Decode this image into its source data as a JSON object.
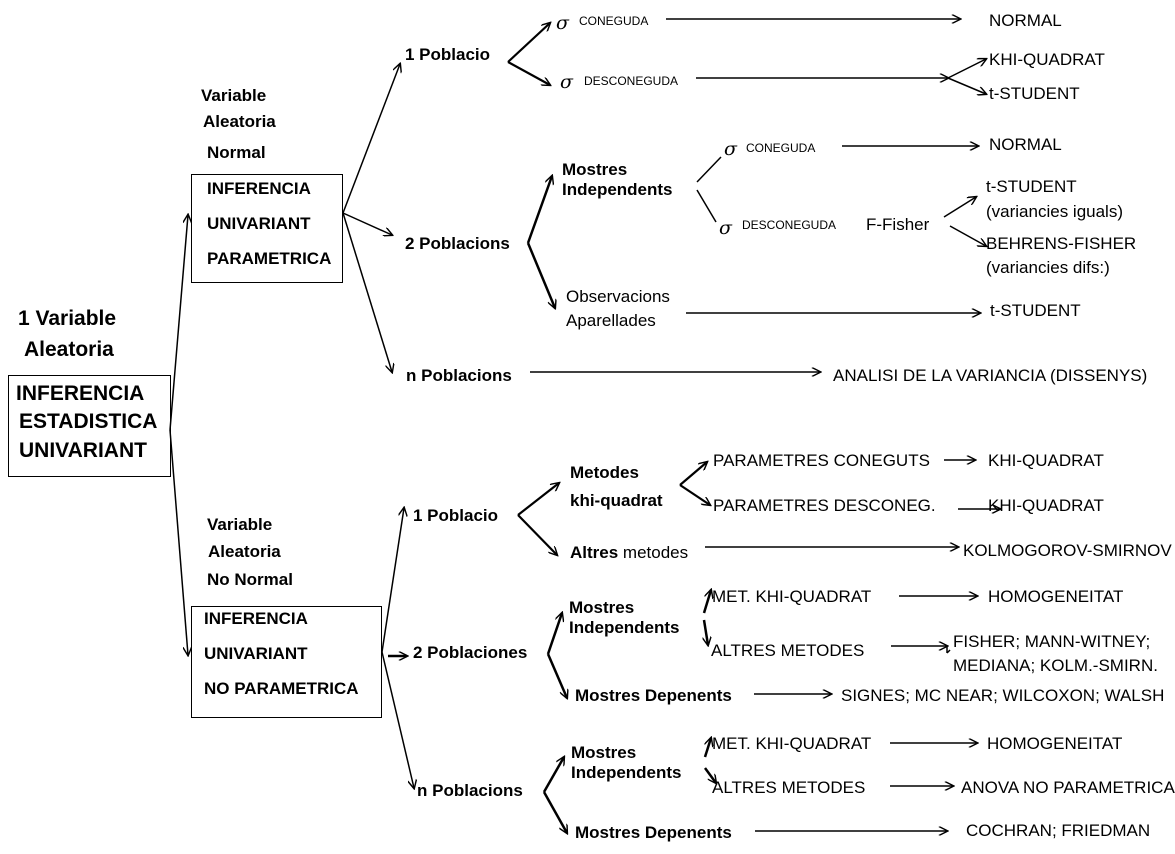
{
  "root": {
    "heading_line1": "1 Variable",
    "heading_line2": "Aleatoria",
    "box_line1": "INFERENCIA",
    "box_line2": "ESTADISTICA",
    "box_line3": "UNIVARIANT"
  },
  "parametric": {
    "cond_line1": "Variable",
    "cond_line2": "Aleatoria",
    "cond_line3": "Normal",
    "box_line1": "INFERENCIA",
    "box_line2": "UNIVARIANT",
    "box_line3": "PARAMETRICA",
    "one_pop": {
      "label": "1 Poblacio",
      "sigma": "σ",
      "known": "CONEGUDA",
      "known_result": "NORMAL",
      "unknown": "DESCONEGUDA",
      "unknown_result1": "KHI-QUADRAT",
      "unknown_result2": "t-STUDENT"
    },
    "two_pop": {
      "label": "2 Poblacions",
      "indep_line1": "Mostres",
      "indep_line2": "Independents",
      "known": "CONEGUDA",
      "known_result": "NORMAL",
      "unknown": "DESCONEGUDA",
      "f_test": "F-Fisher",
      "result1_line1": "t-STUDENT",
      "result1_line2": "(variancies iguals)",
      "result2_line1": "BEHRENS-FISHER",
      "result2_line2": "(variancies difs:)",
      "paired_line1": "Observacions",
      "paired_line2": "Aparellades",
      "paired_result": "t-STUDENT"
    },
    "n_pop": {
      "label": "n Poblacions",
      "result": "ANALISI DE LA VARIANCIA (DISSENYS)"
    }
  },
  "nonparametric": {
    "cond_line1": "Variable",
    "cond_line2": "Aleatoria",
    "cond_line3": "No Normal",
    "box_line1": "INFERENCIA",
    "box_line2": "UNIVARIANT",
    "box_line3": "NO PARAMETRICA",
    "one_pop": {
      "label": "1 Poblacio",
      "methods_line1": "Metodes",
      "methods_line2": "khi-quadrat",
      "known_params": "PARAMETRES CONEGUTS",
      "known_result": "KHI-QUADRAT",
      "unknown_params": "PARAMETRES DESCONEG.",
      "unknown_result": "KHI-QUADRAT",
      "other_bold": "Altres",
      "other_rest": " metodes",
      "other_result": "KOLMOGOROV-SMIRNOV"
    },
    "two_pop": {
      "label": "2 Poblaciones",
      "indep_line1": "Mostres",
      "indep_line2": "Independents",
      "khi": "MET. KHI-QUADRAT",
      "khi_result": "HOMOGENEITAT",
      "other": "ALTRES METODES",
      "other_result_line1": "FISHER; MANN-WITNEY;",
      "other_result_line2": "MEDIANA; KOLM.-SMIRN.",
      "dep": "Mostres Depenents",
      "dep_result": "SIGNES; MC NEAR; WILCOXON; WALSH"
    },
    "n_pop": {
      "label": "n Poblacions",
      "indep_line1": "Mostres",
      "indep_line2": "Independents",
      "khi": "MET. KHI-QUADRAT",
      "khi_result": "HOMOGENEITAT",
      "other": "ALTRES METODES",
      "other_result": "ANOVA NO PARAMETRICA",
      "dep": "Mostres Depenents",
      "dep_result": "COCHRAN; FRIEDMAN"
    }
  }
}
